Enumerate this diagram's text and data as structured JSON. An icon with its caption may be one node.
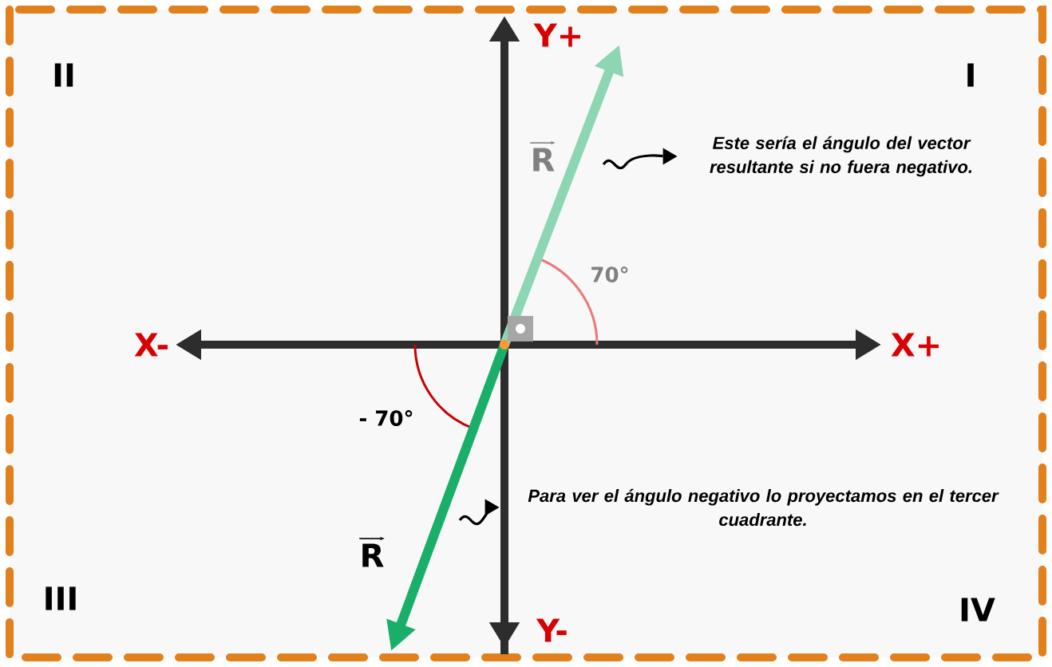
{
  "diagram": {
    "nodes": [
      {
        "text": [
          "Este sería el ángulo del vector resultante si no fuera negativo."
        ]
      },
      {
        "text": [
          "Para ver el ángulo negativo lo proyectamos en el tercer cuadrante."
        ]
      }
    ],
    "edges": [
      {
        "from": null,
        "to": 0,
        "arrow": "to"
      },
      {
        "from": null,
        "to": 1,
        "arrow": "to"
      }
    ],
    "labels": [
      "II",
      "Y+",
      "I",
      "R",
      "70°",
      "X-",
      "X+",
      "- 70°",
      "R",
      "III",
      "Y-",
      "IV"
    ]
  }
}
